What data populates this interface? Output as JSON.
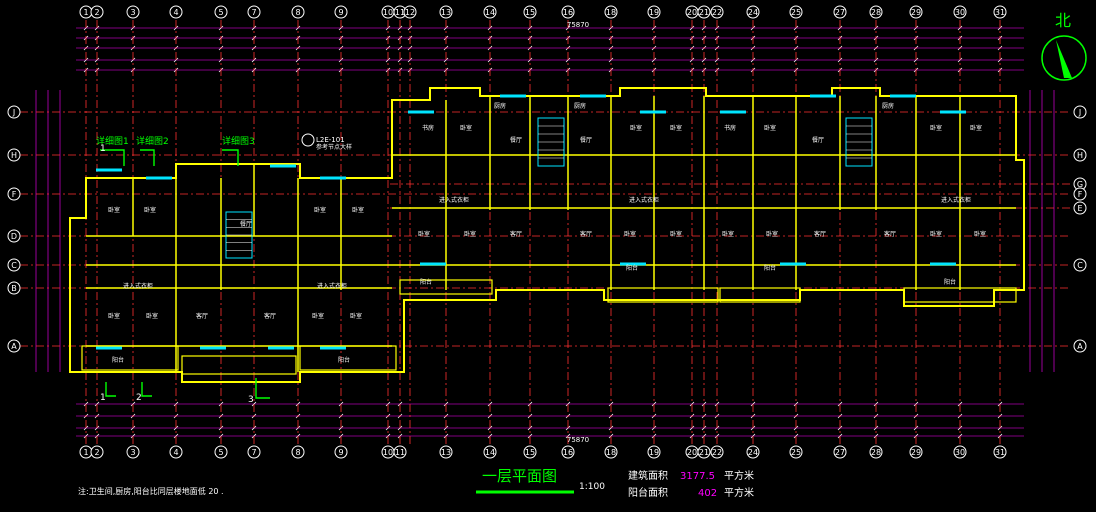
{
  "grid": {
    "top_labels": [
      "1",
      "2",
      "3",
      "4",
      "5",
      "7",
      "8",
      "9",
      "10",
      "11",
      "12",
      "13",
      "14",
      "15",
      "16",
      "18",
      "19",
      "20",
      "21",
      "22",
      "24",
      "25",
      "27",
      "28",
      "29",
      "30",
      "31"
    ],
    "bottom_labels": [
      "1",
      "2",
      "3",
      "4",
      "5",
      "7",
      "8",
      "9",
      "10",
      "11",
      "13",
      "14",
      "15",
      "16",
      "18",
      "19",
      "20",
      "21",
      "22",
      "24",
      "25",
      "27",
      "28",
      "29",
      "30",
      "31"
    ],
    "left_labels": [
      "J",
      "H",
      "F",
      "D",
      "C",
      "B",
      "A"
    ],
    "right_labels": [
      "J",
      "H",
      "G",
      "F",
      "E",
      "C",
      "A"
    ]
  },
  "compass": {
    "label": "北"
  },
  "overall_dimension_top": "75870",
  "overall_dimension_bottom": "75870",
  "rooms": {
    "bedroom": "卧室",
    "living": "客厅",
    "dining": "餐厅",
    "kitchen": "厨房",
    "balcony": "阳台",
    "entry": "进入式衣柜",
    "study": "书房"
  },
  "callouts": {
    "detail_a": "详细图1",
    "detail_b": "详细图2",
    "detail_c": "详细图3",
    "ref_tag": "L2E-101",
    "ref_note": "参考节点大样"
  },
  "section_marks": {
    "a": "1",
    "b": "2",
    "c": "3"
  },
  "title": {
    "text": "一层平面图",
    "scale": "1:100"
  },
  "stats": {
    "building_area_label": "建筑面积",
    "building_area_value": "3177.5",
    "building_area_unit": "平方米",
    "balcony_area_label": "阳台面积",
    "balcony_area_value": "402",
    "balcony_area_unit": "平方米"
  },
  "note": {
    "text": "注:卫生间,厨房,阳台比同层楼地面低 20 ."
  },
  "colors": {
    "axis": "#ff3030",
    "wall": "#ffff00",
    "dim": "#ff00ff",
    "grid_text": "#ffffff",
    "detail": "#00ff00",
    "window": "#00e5ff"
  }
}
